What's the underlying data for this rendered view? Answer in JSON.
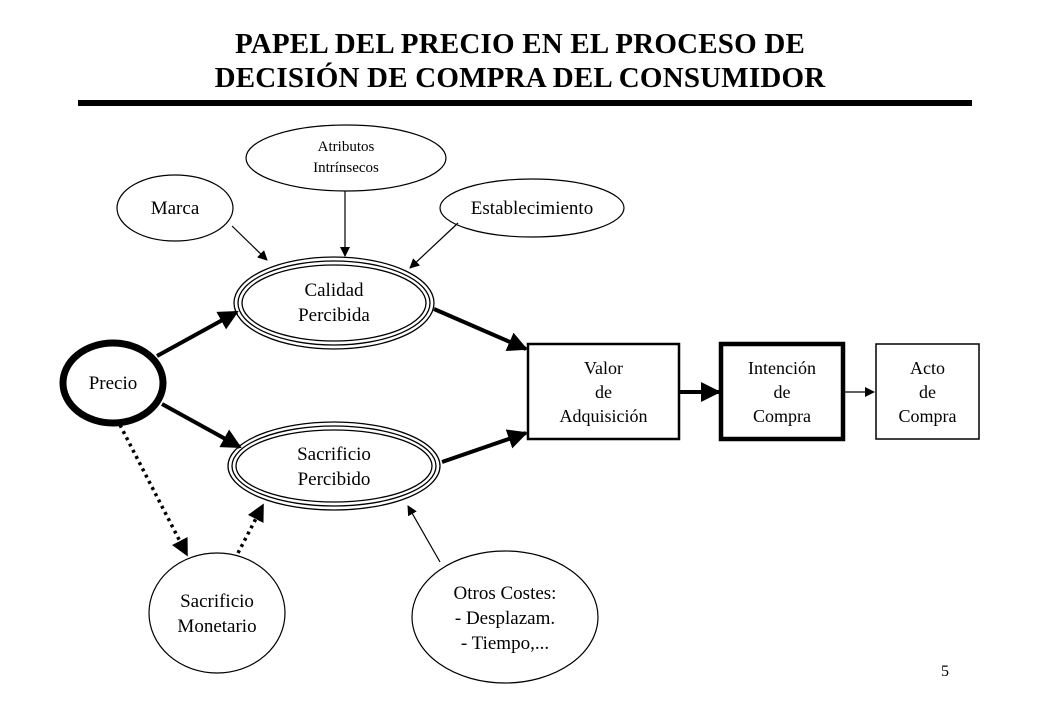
{
  "title": {
    "line1": "PAPEL DEL PRECIO EN EL PROCESO DE",
    "line2": "DECISIÓN DE COMPRA DEL CONSUMIDOR"
  },
  "nodes": {
    "atributos": {
      "line1": "Atributos",
      "line2": "Intrínsecos"
    },
    "marca": {
      "label": "Marca"
    },
    "establecimiento": {
      "label": "Establecimiento"
    },
    "calidad": {
      "line1": "Calidad",
      "line2": "Percibida"
    },
    "precio": {
      "label": "Precio"
    },
    "sacrificio_percibido": {
      "line1": "Sacrificio",
      "line2": "Percibido"
    },
    "valor": {
      "line1": "Valor",
      "line2": "de",
      "line3": "Adquisición"
    },
    "intencion": {
      "line1": "Intención",
      "line2": "de",
      "line3": "Compra"
    },
    "acto": {
      "line1": "Acto",
      "line2": "de",
      "line3": "Compra"
    },
    "sacrificio_monetario": {
      "line1": "Sacrificio",
      "line2": "Monetario"
    },
    "otros_costes": {
      "line1": "Otros Costes:",
      "line2": "- Desplazam.",
      "line3": "- Tiempo,..."
    }
  },
  "page_number": "5",
  "colors": {
    "ink": "#000000",
    "background": "#ffffff"
  }
}
